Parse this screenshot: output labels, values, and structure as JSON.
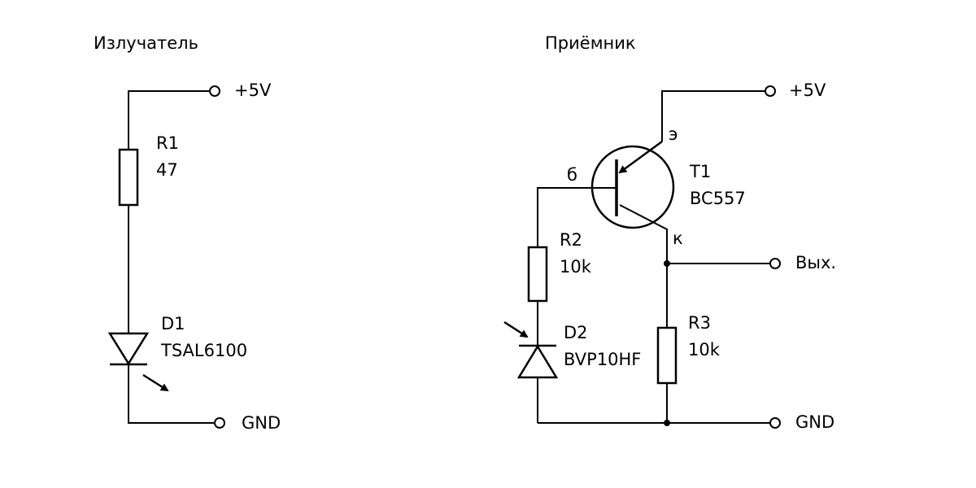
{
  "emitter": {
    "title": "Излучатель",
    "supply_label": "+5V",
    "gnd_label": "GND",
    "r1": {
      "ref": "R1",
      "value": "47"
    },
    "d1": {
      "ref": "D1",
      "value": "TSAL6100"
    }
  },
  "receiver": {
    "title": "Приёмник",
    "supply_label": "+5V",
    "gnd_label": "GND",
    "out_label": "Вых.",
    "t1": {
      "ref": "T1",
      "value": "BC557",
      "base_label": "б",
      "emitter_label": "э",
      "collector_label": "к"
    },
    "r2": {
      "ref": "R2",
      "value": "10k"
    },
    "r3": {
      "ref": "R3",
      "value": "10k"
    },
    "d2": {
      "ref": "D2",
      "value": "BVP10HF"
    }
  }
}
